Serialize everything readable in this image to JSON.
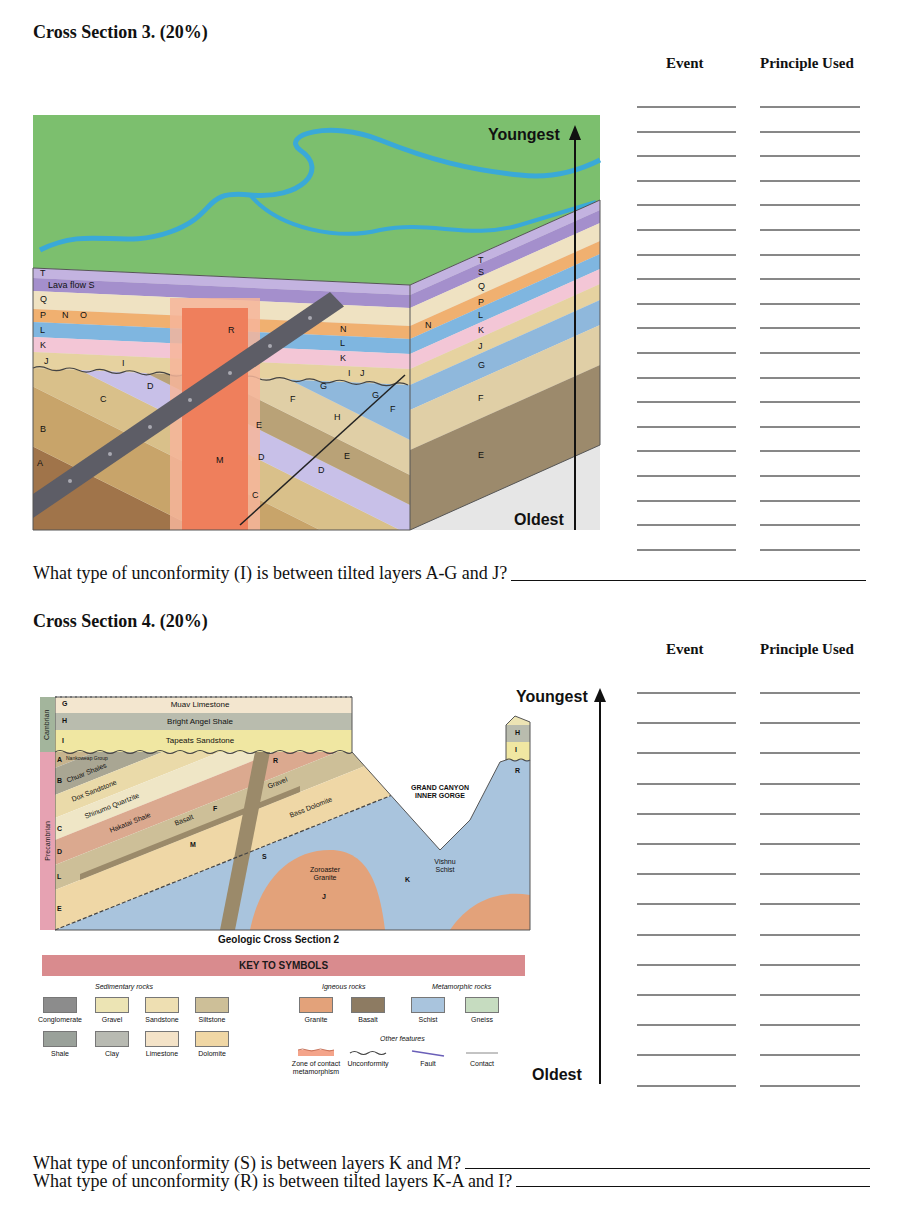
{
  "diagram": {
    "nodes": [
      {
        "text": [
          "Cambrian"
        ]
      },
      {
        "text": [
          "Precambrian"
        ]
      },
      {
        "text": [
          "KEY TO SYMBOLS"
        ]
      }
    ],
    "labels": [
      "Cross Section 3. (20%)",
      "Event",
      "Principle Used",
      "Youngest",
      "Oldest",
      "T",
      "Lava flow S",
      "Q",
      "P",
      "N",
      "O",
      "L",
      "K",
      "J",
      "I",
      "D",
      "C",
      "B",
      "A",
      "R",
      "M",
      "E",
      "D",
      "C",
      "G",
      "F",
      "H",
      "F",
      "E",
      "D",
      "N",
      "L",
      "K",
      "I",
      "J",
      "G",
      "T",
      "S",
      "Q",
      "P",
      "L",
      "K",
      "N",
      "J",
      "G",
      "F",
      "E",
      "What type of unconformity (I) is between tilted layers A-G and J?",
      "Cross Section 4. (20%)",
      "Event",
      "Principle Used",
      "Youngest",
      "Oldest",
      "G",
      "Muav Limestone",
      "H",
      "Bright Angel Shale",
      "I",
      "Tapeats Sandstone",
      "A",
      "Nankoweap Group",
      "Chuar Shales",
      "B",
      "Dox Sandstone",
      "C",
      "Shinumo Quartzite",
      "Hakatai Shale",
      "D",
      "Basalt",
      "F",
      "Gravel",
      "Bass Dolomite",
      "R",
      "L",
      "M",
      "S",
      "E",
      "Zoroaster Granite",
      "J",
      "GRAND CANYON INNER GORGE",
      "Vishnu Schist",
      "K",
      "H",
      "I",
      "R",
      "Geologic Cross Section 2",
      "Sedimentary rocks",
      "Igneous rocks",
      "Metamorphic rocks",
      "Other features",
      "What type of unconformity (S) is between layers K and M?",
      "What type of unconformity (R) is between tilted layers K-A and I?"
    ],
    "legend": [
      {
        "text": "Conglomerate",
        "color": "#8c8c8c"
      },
      {
        "text": "Gravel",
        "color": "#ece4b4"
      },
      {
        "text": "Sandstone",
        "color": "#eedfb2"
      },
      {
        "text": "Siltstone",
        "color": "#cdbf98"
      },
      {
        "text": "Granite",
        "color": "#e3a27a"
      },
      {
        "text": "Basalt",
        "color": "#8d7b62"
      },
      {
        "text": "Schist",
        "color": "#a9c4dd"
      },
      {
        "text": "Gneiss",
        "color": "#c6dcc0"
      },
      {
        "text": "Shale",
        "color": "#9aa19a"
      },
      {
        "text": "Clay",
        "color": "#b8bab2"
      },
      {
        "text": "Limestone",
        "color": "#f4e3c8"
      },
      {
        "text": "Dolomite",
        "color": "#f0d7a5"
      },
      {
        "text": "Zone of contact metamorphism"
      },
      {
        "text": "Unconformity"
      },
      {
        "text": "Fault"
      },
      {
        "text": "Contact"
      }
    ]
  }
}
